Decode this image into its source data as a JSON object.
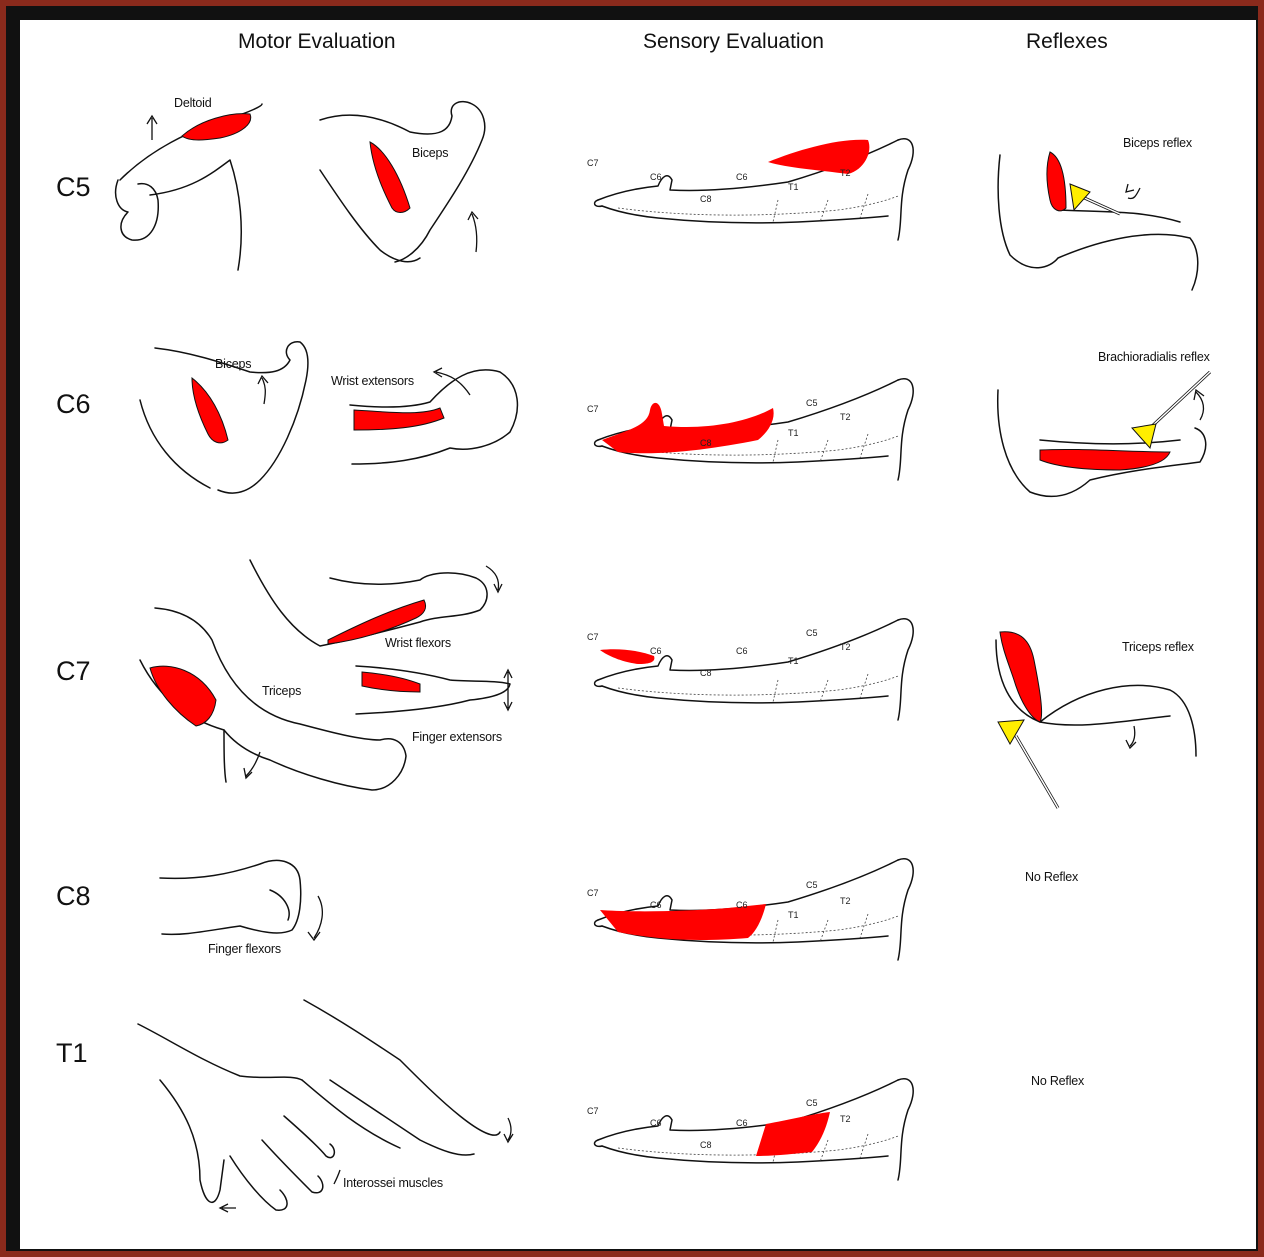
{
  "headers": {
    "motor": "Motor Evaluation",
    "sensory": "Sensory Evaluation",
    "reflexes": "Reflexes"
  },
  "levels": {
    "c5": "C5",
    "c6": "C6",
    "c7": "C7",
    "c8": "C8",
    "t1": "T1"
  },
  "motor_labels": {
    "deltoid": "Deltoid",
    "biceps_c5": "Biceps",
    "biceps_c6": "Biceps",
    "wrist_extensors": "Wrist extensors",
    "wrist_flexors": "Wrist flexors",
    "triceps": "Triceps",
    "finger_extensors": "Finger extensors",
    "finger_flexors": "Finger flexors",
    "interossei": "Interossei muscles"
  },
  "reflex_labels": {
    "c5": "Biceps reflex",
    "c6": "Brachioradialis reflex",
    "c7": "Triceps reflex",
    "c8": "No Reflex",
    "t1": "No Reflex"
  },
  "dermatome_labels": {
    "c5": "C5",
    "c6": "C6",
    "c7": "C7",
    "c8": "C8",
    "t1": "T1",
    "t2": "T2"
  },
  "colors": {
    "muscle": "#ff0000",
    "hammer": "#ffee00",
    "frame": "#8a2a1c"
  }
}
